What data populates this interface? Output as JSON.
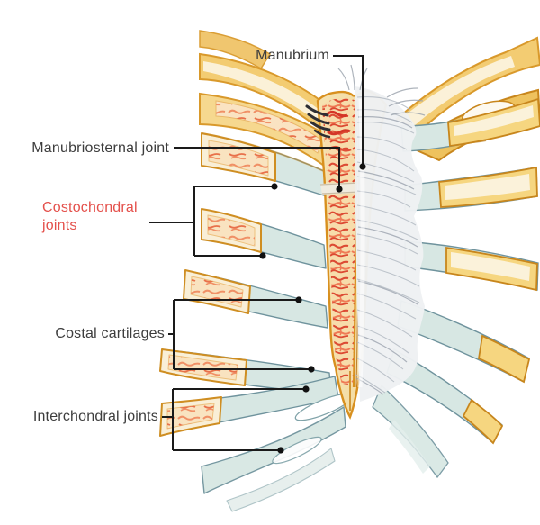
{
  "labels": {
    "manubrium": "Manubrium",
    "manubriosternal_joint": "Manubriosternal joint",
    "costochondral_joints": "Costochondral joints",
    "costal_cartilages": "Costal cartilages",
    "interchondral_joints": "Interchondral joints"
  },
  "label_colors": {
    "default": "#3d3d3d",
    "highlight_red": "#e4504b"
  },
  "leader_style": {
    "line_color": "#1a1a1a",
    "dot_color": "#111111"
  },
  "palette": {
    "background": "#ffffff",
    "bone_gold": "#f2c96e",
    "bone_cream": "#f9efd7",
    "bone_edge_orange": "#d8901f",
    "bone_edge_dark": "#a8690f",
    "marrow_red": "#dc4a33",
    "marrow_salmon": "#ef8a5f",
    "marrow_bg": "#f7dcab",
    "cartilage_blue": "#d7e7e3",
    "cartilage_edge": "#6f939d",
    "fibrous_gray": "#eef1f3",
    "fibrous_striation": "#b4bbc4"
  }
}
